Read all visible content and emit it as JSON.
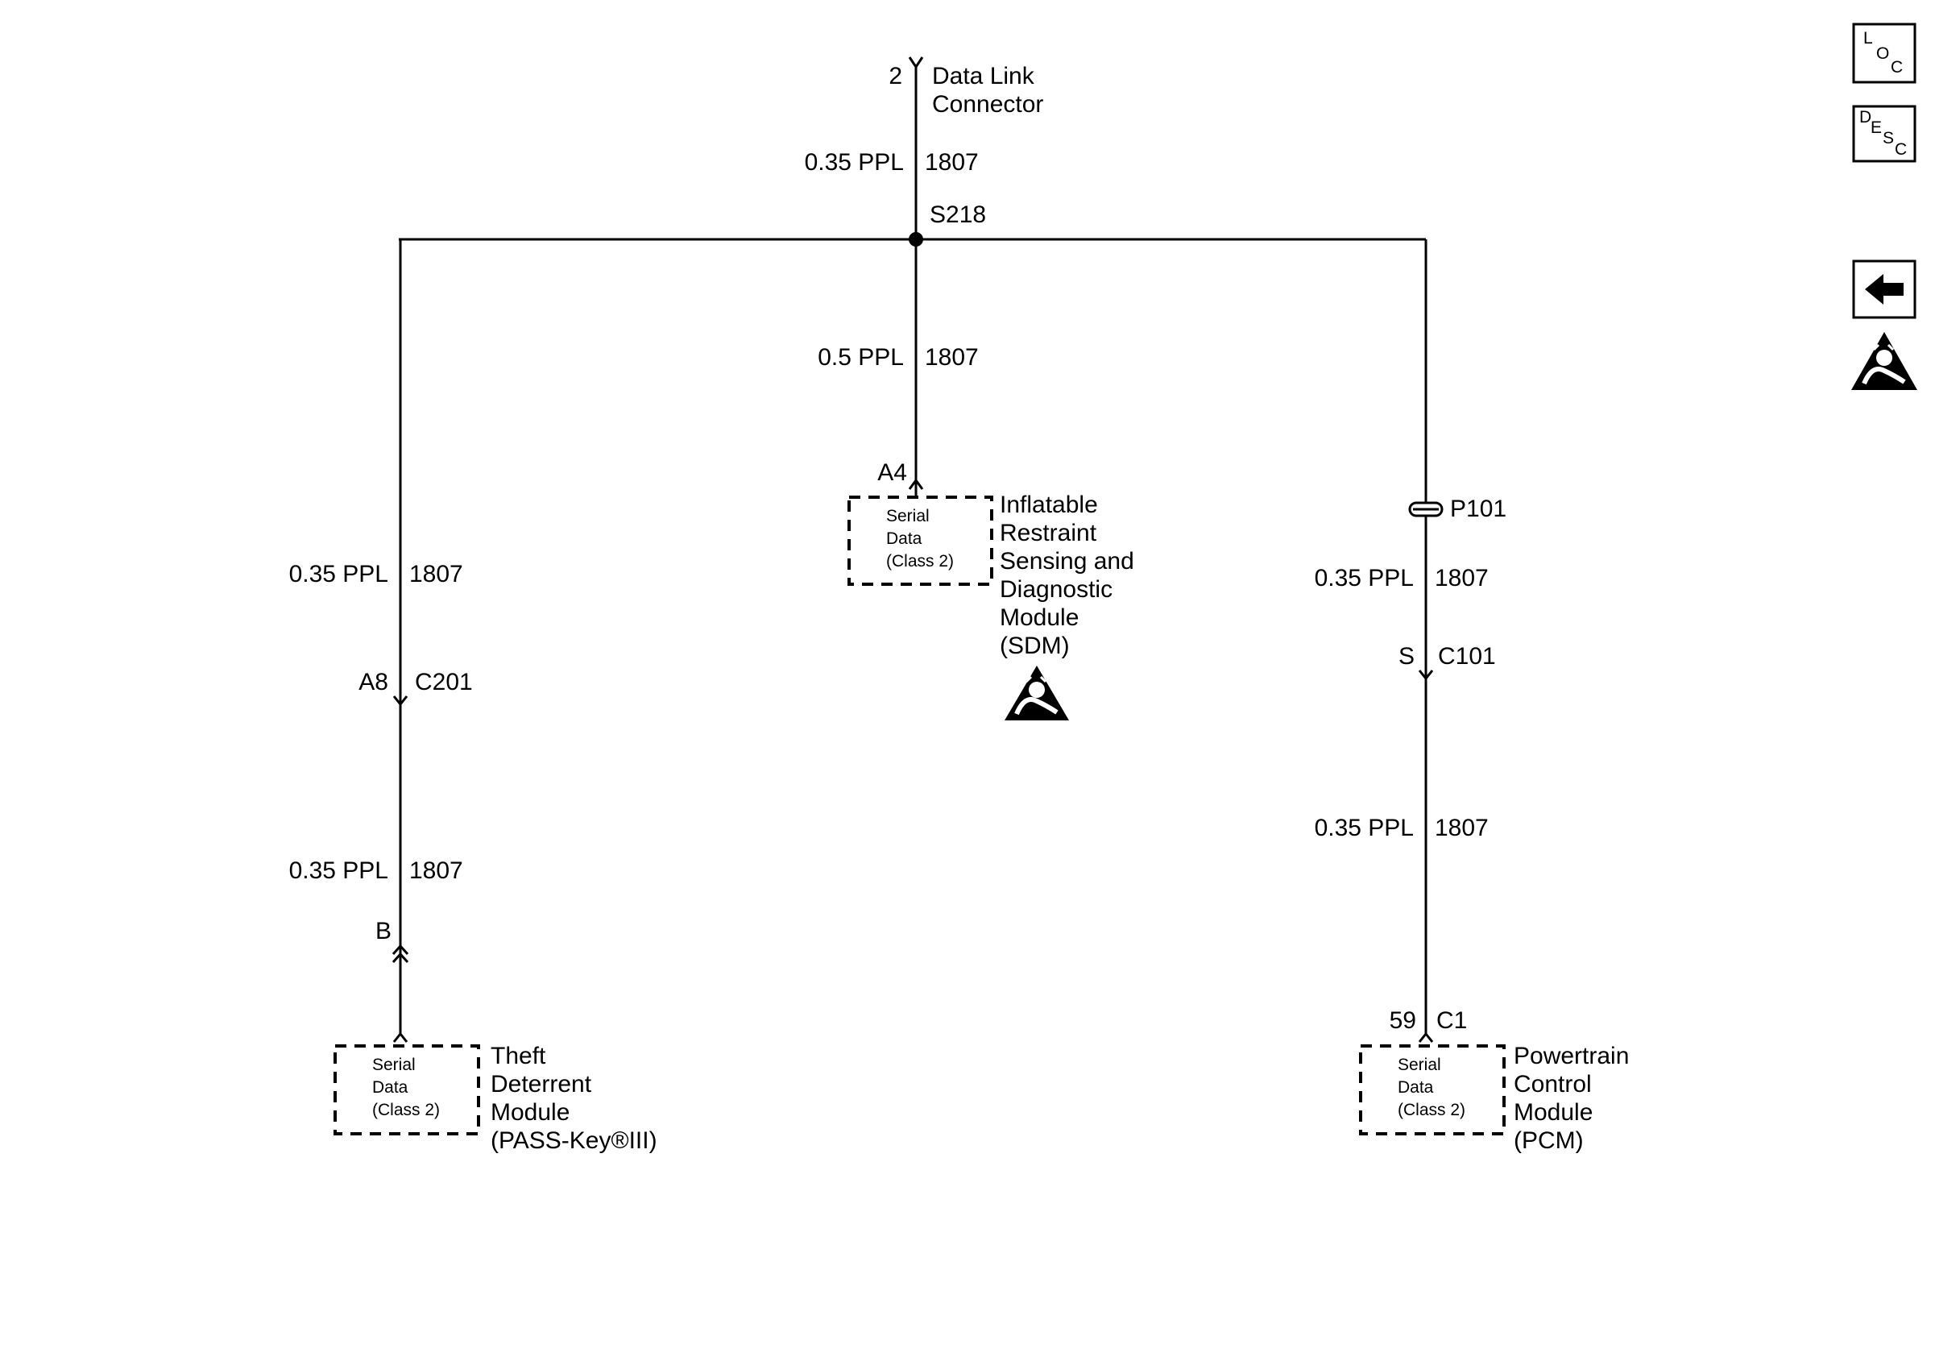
{
  "dlc": {
    "pin": "2",
    "name_line1": "Data Link",
    "name_line2": "Connector"
  },
  "top_wire": {
    "gauge": "0.35 PPL",
    "circuit": "1807"
  },
  "splice": {
    "id": "S218"
  },
  "sdm_branch": {
    "wire": {
      "gauge": "0.5 PPL",
      "circuit": "1807"
    },
    "pin": "A4",
    "box": {
      "line1": "Serial",
      "line2": "Data",
      "line3": "(Class 2)"
    },
    "module": [
      "Inflatable",
      "Restraint",
      "Sensing and",
      "Diagnostic",
      "Module",
      "(SDM)"
    ]
  },
  "left_branch": {
    "wire1": {
      "gauge": "0.35 PPL",
      "circuit": "1807"
    },
    "connector": {
      "pin": "A8",
      "id": "C201"
    },
    "wire2": {
      "gauge": "0.35 PPL",
      "circuit": "1807"
    },
    "pin_b": "B",
    "box": {
      "line1": "Serial",
      "line2": "Data",
      "line3": "(Class 2)"
    },
    "module": [
      "Theft",
      "Deterrent",
      "Module",
      "(PASS-Key®III)"
    ]
  },
  "right_branch": {
    "p101": "P101",
    "wire1": {
      "gauge": "0.35 PPL",
      "circuit": "1807"
    },
    "connector": {
      "pin": "S",
      "id": "C101"
    },
    "wire2": {
      "gauge": "0.35 PPL",
      "circuit": "1807"
    },
    "pin": {
      "num": "59",
      "id": "C1"
    },
    "box": {
      "line1": "Serial",
      "line2": "Data",
      "line3": "(Class 2)"
    },
    "module": [
      "Powertrain",
      "Control",
      "Module",
      "(PCM)"
    ]
  },
  "nav_icons": {
    "loc": {
      "c1": "L",
      "c2": "O",
      "c3": "C"
    },
    "desc": {
      "c1": "D",
      "c2": "E",
      "c3": "S",
      "c4": "C"
    },
    "back": "back-arrow-icon",
    "esd": "esd-warning-icon"
  }
}
